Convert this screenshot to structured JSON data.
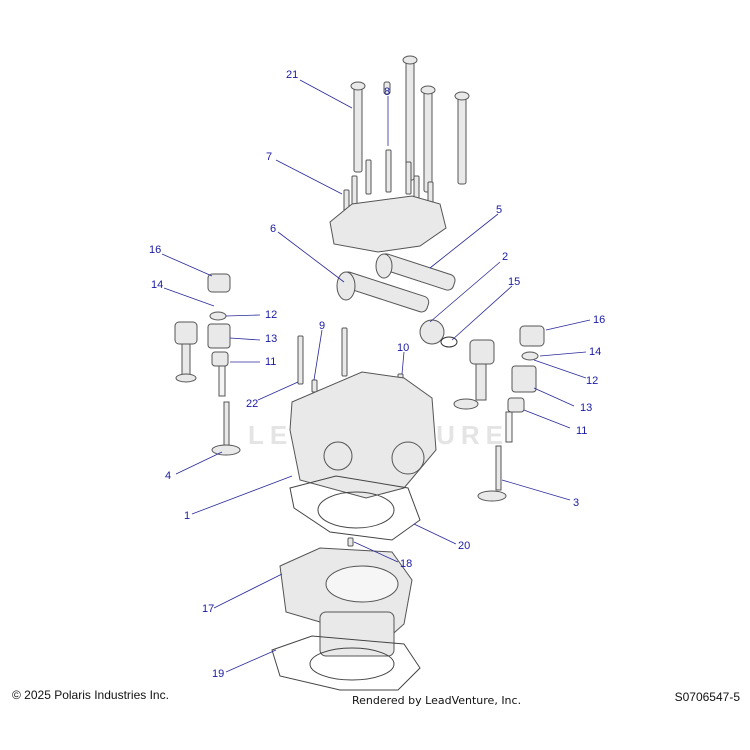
{
  "diagram": {
    "callouts": [
      "21",
      "8",
      "7",
      "5",
      "6",
      "2",
      "15",
      "16",
      "14",
      "12",
      "13",
      "11",
      "9",
      "10",
      "22",
      "16",
      "14",
      "12",
      "13",
      "11",
      "4",
      "1",
      "3",
      "20",
      "18",
      "17",
      "19"
    ],
    "watermark": "LEADVENTURE"
  },
  "footer": {
    "copyright": "© 2025 Polaris Industries Inc.",
    "rendered_by": "Rendered by LeadVenture, Inc.",
    "part_code": "S0706547-5"
  },
  "colors": {
    "callout_text": "#1a1aa6",
    "leader_line": "#2a2a9a",
    "part_fill": "#e9e9e9",
    "part_stroke": "#555555"
  }
}
